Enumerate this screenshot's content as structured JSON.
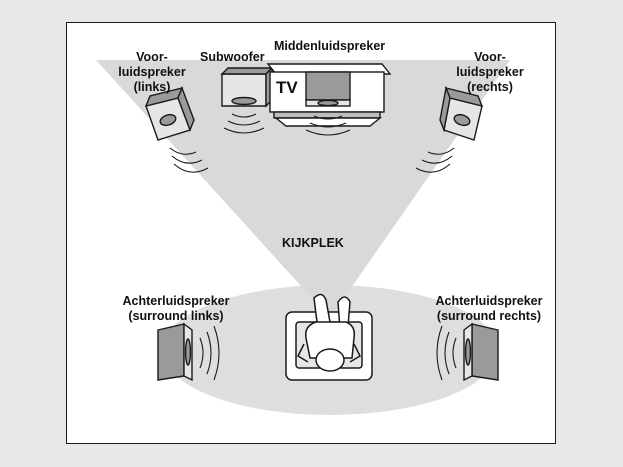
{
  "colors": {
    "cone_fill": "#d9d9d9",
    "floor_fill": "#dedede",
    "stroke": "#1a1a1a",
    "speaker_side": "#9a9a9a",
    "speaker_face": "#e6e6e6"
  },
  "labels": {
    "front_left_line1": "Voor-",
    "front_left_line2": "luidspreker",
    "front_left_line3": "(links)",
    "subwoofer": "Subwoofer",
    "center": "Middenluidspreker",
    "tv": "TV",
    "front_right_line1": "Voor-",
    "front_right_line2": "luidspreker",
    "front_right_line3": "(rechts)",
    "listening_position": "KIJKPLEK",
    "rear_left_line1": "Achterluidspreker",
    "rear_left_line2": "(surround links)",
    "rear_right_line1": "Achterluidspreker",
    "rear_right_line2": "(surround rechts)"
  },
  "icons": {
    "front_left": "speaker-icon",
    "front_right": "speaker-icon",
    "subwoofer": "subwoofer-icon",
    "center": "center-speaker-icon",
    "tv": "tv-icon",
    "rear_left": "speaker-icon",
    "rear_right": "speaker-icon",
    "listener": "person-in-chair-icon"
  }
}
